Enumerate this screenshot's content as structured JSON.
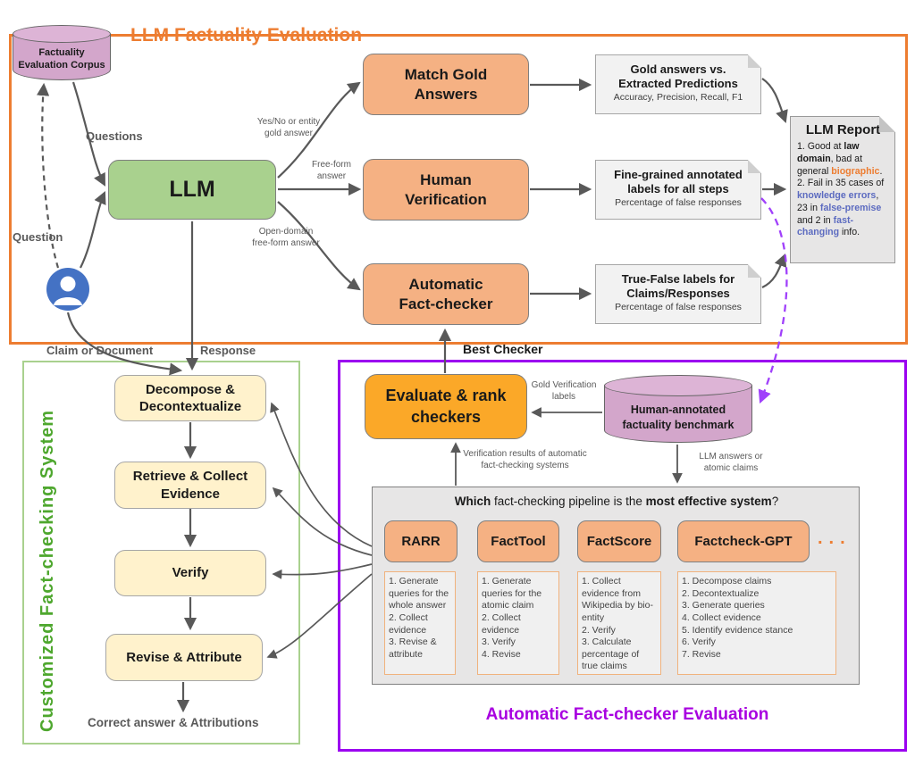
{
  "colors": {
    "orange_accent": "#ED7D31",
    "purple_accent": "#A800E0",
    "green_accent": "#4EA72E",
    "box_orange": "#F5B183",
    "box_orange_bright": "#FBA828",
    "box_green": "#A9D18E",
    "box_yellow": "#FFF2CC",
    "cylinder_mauve": "#D3A6CB",
    "note_gray": "#F2F2F2",
    "arrow_gray": "#595959",
    "dashed_purple": "#A040FB",
    "report_blue": "#5C6BC0"
  },
  "top_section": {
    "title": "LLM Factuality Evaluation",
    "corpus_label": "Factuality\nEvaluation Corpus",
    "llm_label": "LLM",
    "edge_labels": {
      "questions": "Questions",
      "question": "Question",
      "yes_no": "Yes/No or entity\ngold answer",
      "free_form": "Free-form\nanswer",
      "open_domain": "Open-domain\nfree-form answer"
    },
    "methods": [
      {
        "label": "Match Gold\nAnswers"
      },
      {
        "label": "Human\nVerification"
      },
      {
        "label": "Automatic\nFact-checker"
      }
    ],
    "outputs": [
      {
        "title": "Gold answers vs.\nExtracted Predictions",
        "subtitle": "Accuracy, Precision, Recall, F1"
      },
      {
        "title": "Fine-grained annotated\nlabels for all steps",
        "subtitle": "Percentage of false responses"
      },
      {
        "title": "True-False labels for\nClaims/Responses",
        "subtitle": "Percentage of false responses"
      }
    ],
    "report": {
      "title": "LLM Report",
      "lines": [
        [
          {
            "t": "1. Good at "
          },
          {
            "t": "law domain",
            "b": 1
          },
          {
            "t": ", bad at general "
          },
          {
            "t": "biographic",
            "b": 1,
            "c": "#ED7D31"
          },
          {
            "t": "."
          }
        ],
        [
          {
            "t": "2. Fail in 35 cases of "
          },
          {
            "t": "knowledge errors",
            "b": 1,
            "c": "#5C6BC0"
          },
          {
            "t": ", 23 in "
          },
          {
            "t": "false-premise",
            "b": 1,
            "c": "#5C6BC0"
          },
          {
            "t": " and 2 in "
          },
          {
            "t": "fast-changing",
            "b": 1,
            "c": "#5C6BC0"
          },
          {
            "t": " info."
          }
        ]
      ]
    }
  },
  "left_section": {
    "title": "Customized Fact-checking System",
    "input_labels": {
      "claim": "Claim or Document",
      "response": "Response"
    },
    "steps": [
      "Decompose &\nDecontextualize",
      "Retrieve & Collect\nEvidence",
      "Verify",
      "Revise & Attribute"
    ],
    "output_label": "Correct answer & Attributions"
  },
  "right_section": {
    "title": "Automatic Fact-checker Evaluation",
    "evaluate_box": "Evaluate & rank\ncheckers",
    "benchmark_label": "Human-annotated\nfactuality benchmark",
    "edge_labels": {
      "best_checker": "Best Checker",
      "gold_verification": "Gold Verification\nlabels",
      "verification_results": "Verification results of automatic\nfact-checking systems",
      "llm_answers": "LLM answers or\natomic claims"
    },
    "panel_question": [
      {
        "t": "Which ",
        "b": 1
      },
      {
        "t": "fact-checking pipeline is the "
      },
      {
        "t": "most effective system",
        "b": 1
      },
      {
        "t": "?"
      }
    ],
    "pipelines": [
      {
        "name": "RARR",
        "steps": [
          "1. Generate queries for the whole answer",
          "2. Collect evidence",
          "3. Revise & attribute"
        ]
      },
      {
        "name": "FactTool",
        "steps": [
          "1. Generate queries for the atomic claim",
          "2. Collect evidence",
          "3. Verify",
          "4. Revise"
        ]
      },
      {
        "name": "FactScore",
        "steps": [
          "1. Collect evidence from Wikipedia by bio-entity",
          "2. Verify",
          "3. Calculate percentage of true claims"
        ]
      },
      {
        "name": "Factcheck-GPT",
        "steps": [
          "1. Decompose claims",
          "2. Decontextualize",
          "3. Generate queries",
          "4. Collect evidence",
          "5. Identify evidence stance",
          "6. Verify",
          "7. Revise"
        ]
      }
    ],
    "ellipsis": "..."
  }
}
